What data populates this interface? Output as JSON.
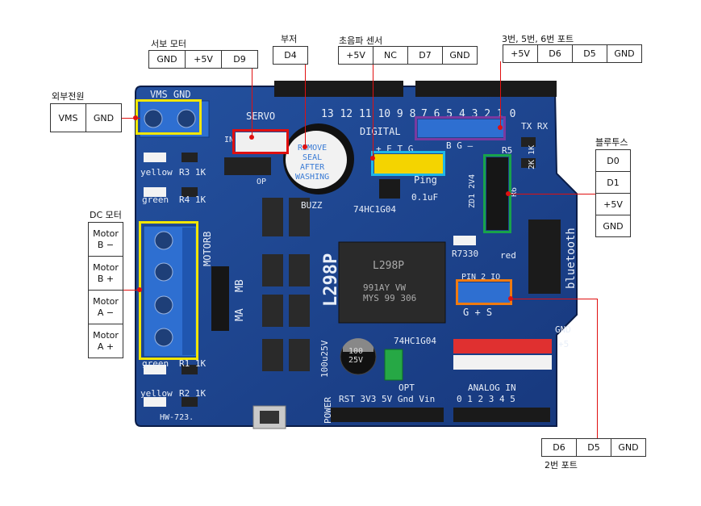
{
  "titles": {
    "servo": "서보 모터",
    "buzzer": "부저",
    "ultrasonic": "초음파 센서",
    "ports_356": "3번, 5번, 6번 포트",
    "external_power": "외부전원",
    "bluetooth": "블루투스",
    "dc_motor": "DC 모터",
    "port_2": "2번 포트"
  },
  "servo_pins": [
    "GND",
    "+5V",
    "D9"
  ],
  "buzzer_pins": [
    "D4"
  ],
  "ultrasonic_pins": [
    "+5V",
    "NC",
    "D7",
    "GND"
  ],
  "ports_356_pins": [
    "+5V",
    "D6",
    "D5",
    "GND"
  ],
  "external_power_pins": [
    "VMS",
    "GND"
  ],
  "bluetooth_pins": [
    "D0",
    "D1",
    "+5V",
    "GND"
  ],
  "dc_motor_pins": [
    "Motor\nB −",
    "Motor\nB +",
    "Motor\nA −",
    "Motor\nA +"
  ],
  "port_2_pins": [
    "D6",
    "D5",
    "GND"
  ],
  "board_silkscreen": {
    "servo": "SERVO",
    "digital": "DIGITAL",
    "digital_pins": "7  6  5  4  3  2  1  0",
    "pins_13_8": "13 12 11 10 9  8",
    "buzzer_sticker": "REMOVE\nSEAL\nAFTER\nWASHING",
    "buzz": "BUZZ",
    "chip": "L298P",
    "chip_part": "L298P",
    "chip_code": "991AY VW\nMYS 99 306",
    "logic_chip": "74HC1G04",
    "cap": "0.1uF",
    "ping": "Ping",
    "ping_pins": "+  E  T  G",
    "bgs_digital": "B  G  –  ",
    "yellow": "yellow",
    "green": "green",
    "r3": "R3  1K",
    "r4": "R4  1K",
    "r1": "R1  1K",
    "r2": "R2  1K",
    "motorb": "MOTORB",
    "ma": "MA",
    "mb": "MB",
    "bluetooth": "bluetooth",
    "red": "red",
    "r7": "R7330",
    "r5": "R5",
    "zd1": "ZD1 2V4",
    "r6": "R6",
    "pin2": "PIN 2 IO",
    "gs": "G  +  S",
    "gnd": "GND",
    "plus5": "+5",
    "analog": "ANALOG   IN",
    "analog_nums": "0  1  2  3  4  5",
    "power": "POWER",
    "rst": "RST  3V3   5V  Gnd  Vin",
    "opt": "OPT",
    "cap_big": "100\n25V",
    "cap_side": "100u25V",
    "hw": "HW-723.",
    "vms_gnd": "VMS  GND",
    "in": "IN",
    "op": "OP",
    "txrx": "TX  RX",
    "twok": "2K 1K"
  },
  "colors": {
    "board": "#1c3f8c",
    "board_dark": "#0f2556",
    "terminal": "#2e6fd1",
    "callout_line": "#e01010",
    "box_yellow": "#f2e600",
    "box_red": "#e01010",
    "box_cyan": "#1eb7e8",
    "box_purple": "#7a3aa0",
    "box_green": "#18a34a",
    "box_orange": "#f07a10"
  }
}
